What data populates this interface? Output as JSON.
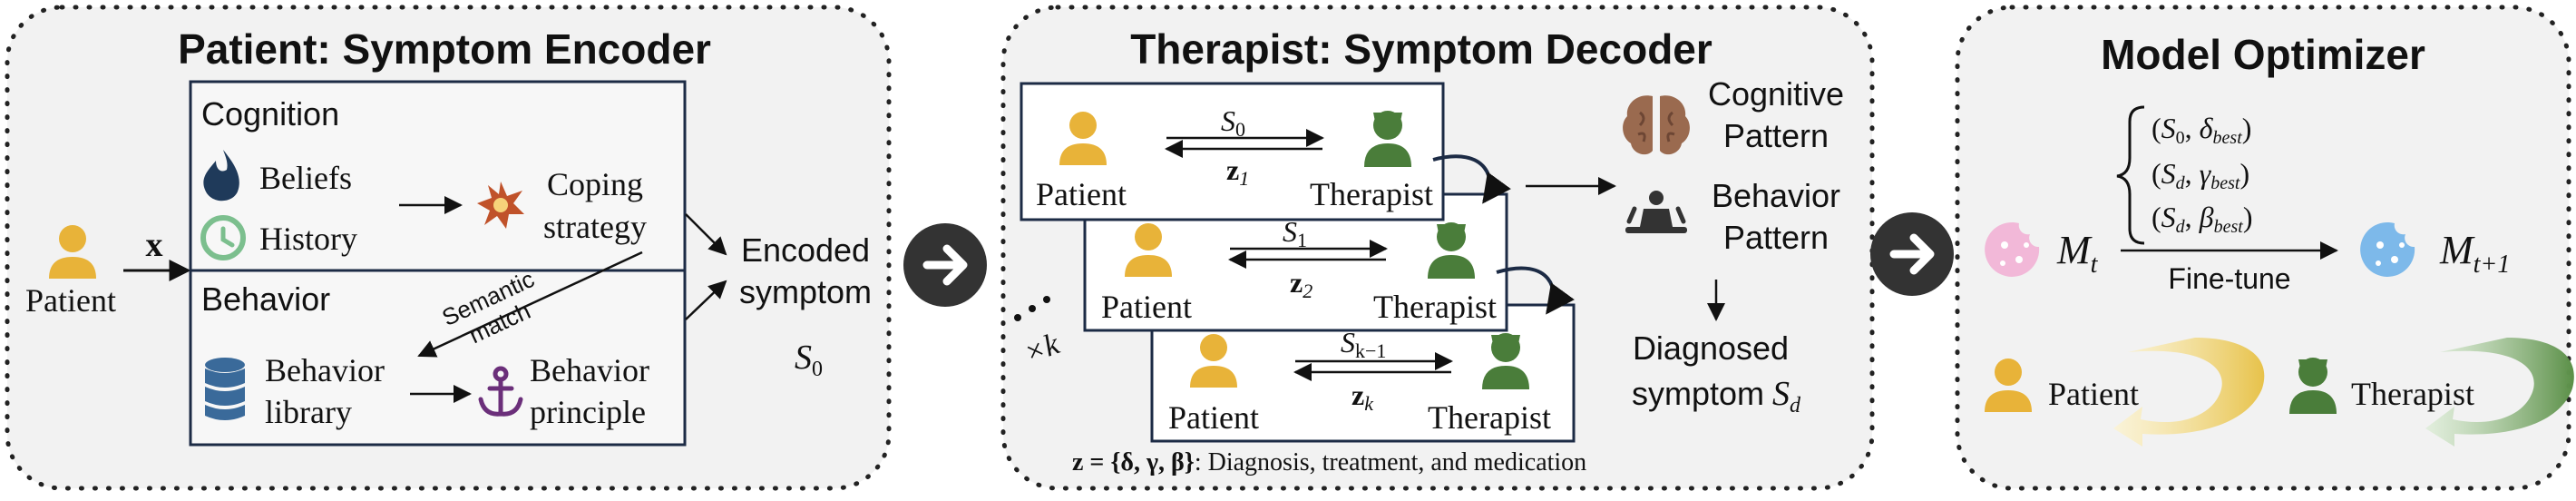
{
  "panels": {
    "encoder": {
      "title": "Patient: Symptom Encoder",
      "patient_label": "Patient",
      "input_var": "x",
      "cognition": {
        "header": "Cognition",
        "beliefs": "Beliefs",
        "history": "History",
        "coping_line1": "Coping",
        "coping_line2": "strategy"
      },
      "behavior": {
        "header": "Behavior",
        "semantic_line1": "Semantic",
        "semantic_line2": "match",
        "library_line1": "Behavior",
        "library_line2": "library",
        "principle_line1": "Behavior",
        "principle_line2": "principle"
      },
      "encoded_line1": "Encoded",
      "encoded_line2": "symptom",
      "encoded_var": "S",
      "encoded_sub": "0"
    },
    "decoder": {
      "title": "Therapist: Symptom Decoder",
      "cards": [
        {
          "patient": "Patient",
          "therapist": "Therapist",
          "s_base": "S",
          "s_sub": "0",
          "z_base": "z",
          "z_sub": "1"
        },
        {
          "patient": "Patient",
          "therapist": "Therapist",
          "s_base": "S",
          "s_sub": "1",
          "z_base": "z",
          "z_sub": "2"
        },
        {
          "patient": "Patient",
          "therapist": "Therapist",
          "s_base": "S",
          "s_sub": "k−1",
          "z_base": "z",
          "z_sub": "k"
        }
      ],
      "times_k": "×k",
      "cognitive_line1": "Cognitive",
      "cognitive_line2": "Pattern",
      "behavior_line1": "Behavior",
      "behavior_line2": "Pattern",
      "diagnosed_line1": "Diagnosed",
      "diagnosed_line2": "symptom",
      "diagnosed_var": "S",
      "diagnosed_sub": "d",
      "footnote_lhs": "z = {δ, γ, β}",
      "footnote_rhs": ": Diagnosis, treatment, and medication"
    },
    "optimizer": {
      "title": "Model Optimizer",
      "pairs": [
        {
          "s": "S",
          "s_sub": "0",
          "g": "δ",
          "g_sub": "best"
        },
        {
          "s": "S",
          "s_sub": "d",
          "g": "γ",
          "g_sub": "best"
        },
        {
          "s": "S",
          "s_sub": "d",
          "g": "β",
          "g_sub": "best"
        }
      ],
      "model_in": "M",
      "model_in_sub": "t",
      "model_out": "M",
      "model_out_sub": "t+1",
      "finetune": "Fine-tune",
      "patient_label": "Patient",
      "therapist_label": "Therapist"
    }
  },
  "colors": {
    "patient_icon": "#e8b339",
    "therapist_icon": "#4a7d3a",
    "box_border": "#1c2b45",
    "panel_bg": "#f2f2f2",
    "dark_button": "#333333",
    "brain": "#9a6a4f",
    "pink_model": "#f2b8d8",
    "blue_model": "#7db9ea",
    "beliefs_icon": "#1f3a5a",
    "history_icon": "#7cbf8e",
    "coping_icon": "#c0522a",
    "library_icon": "#3a6a9a",
    "anchor_icon": "#6b2f7a"
  },
  "icons": [
    "person-icon",
    "therapist-icon",
    "flame-drop-icon",
    "history-clock-icon",
    "burst-icon",
    "database-icon",
    "anchor-icon",
    "brain-icon",
    "presenter-icon",
    "cookie-icon",
    "arrow-circle-icon",
    "curved-arrow-icon"
  ]
}
